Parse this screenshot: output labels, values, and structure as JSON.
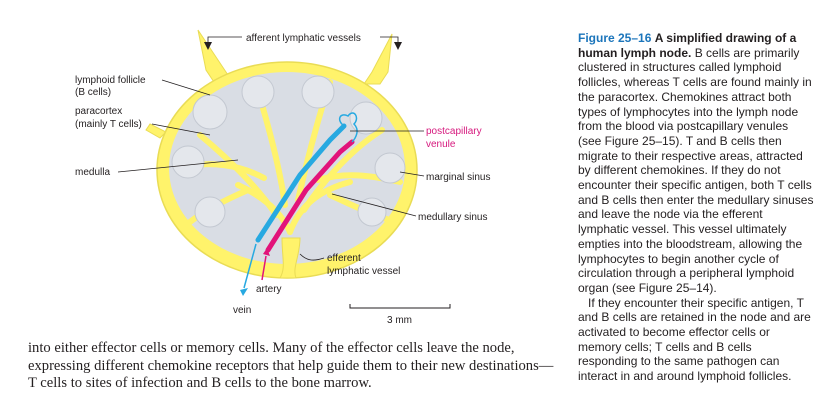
{
  "figure": {
    "labels": {
      "afferent": "afferent lymphatic vessels",
      "follicle_line1": "lymphoid follicle",
      "follicle_line2": "(B cells)",
      "paracortex_line1": "paracortex",
      "paracortex_line2": "(mainly T cells)",
      "medulla": "medulla",
      "postcap_line1": "postcapillary",
      "postcap_line2": "venule",
      "marginal": "marginal sinus",
      "medullary": "medullary sinus",
      "efferent_line1": "efferent",
      "efferent_line2": "lymphatic vessel",
      "artery": "artery",
      "vein": "vein",
      "scale": "3 mm"
    },
    "colors": {
      "tissue": "#d9dde4",
      "sinus": "#fff36b",
      "artery": "#e2137a",
      "vein": "#27a9e1",
      "caption_heading": "#1b75bb"
    }
  },
  "caption": {
    "figure_number": "Figure 25–16",
    "heading": "A simplified drawing of a human lymph node.",
    "paragraph1": "B cells are primarily clustered in structures called lymphoid follicles, whereas T cells are found mainly in the paracortex. Chemokines attract both types of lymphocytes into the lymph node from the blood via postcapillary venules (see Figure 25–15). T and B cells then migrate to their respective areas, attracted by different chemokines. If they do not encounter their specific antigen, both T cells and B cells then enter the medullary sinuses and leave the node via the efferent lymphatic vessel. This vessel ultimately empties into the bloodstream, allowing the lymphocytes to begin another cycle of circulation through a peripheral lymphoid organ (see Figure 25–14).",
    "paragraph2": "If they encounter their specific antigen, T and B cells are retained in the node and are activated to become effector cells or memory cells; T cells and B cells responding to the same pathogen can interact in and around lymphoid follicles."
  },
  "body_text": "into either effector cells or memory cells. Many of the effector cells leave the node, expressing different chemokine receptors that help guide them to their new destinations—T cells to sites of infection and B cells to the bone marrow."
}
